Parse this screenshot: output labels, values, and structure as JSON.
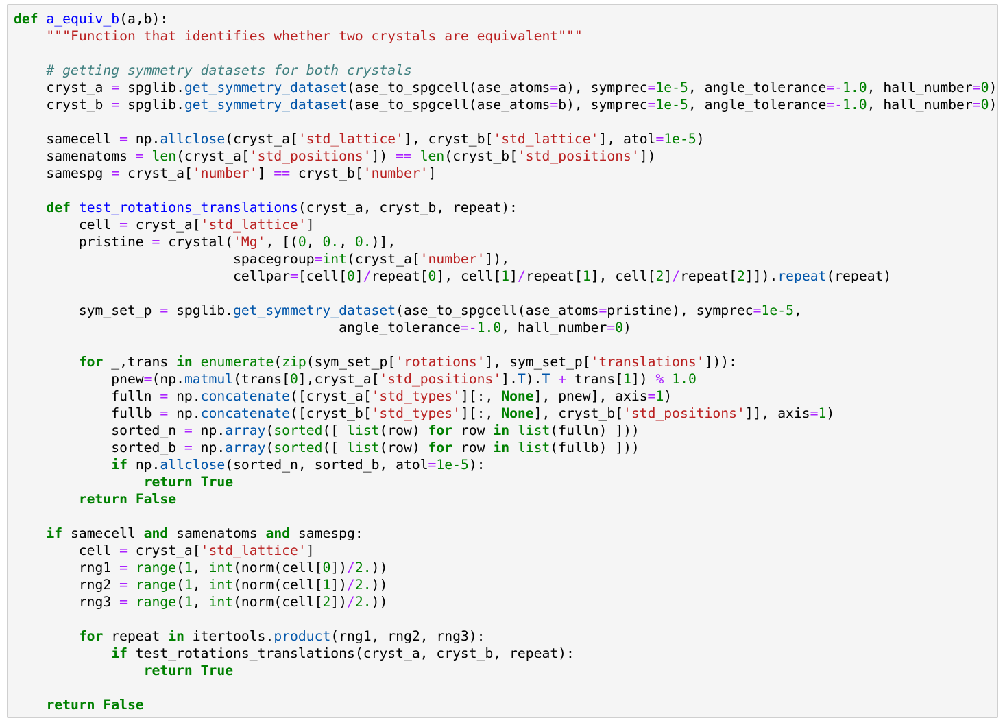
{
  "notebook_cell": {
    "language": "python",
    "colors": {
      "keyword": "#008000",
      "function_name": "#0000ff",
      "string": "#ba2121",
      "comment": "#408080",
      "number": "#008000",
      "operator": "#aa22ff",
      "builtin": "#008000",
      "attribute": "#0055aa",
      "background": "#f5f5f5",
      "border": "#cfcfcf"
    },
    "lines": [
      [
        [
          "kw",
          "def"
        ],
        [
          "n",
          " "
        ],
        [
          "fn",
          "a_equiv_b"
        ],
        [
          "n",
          "(a,b):"
        ]
      ],
      [
        [
          "n",
          "    "
        ],
        [
          "str",
          "\"\"\"Function that identifies whether two crystals are equivalent\"\"\""
        ]
      ],
      [
        [
          "n",
          ""
        ]
      ],
      [
        [
          "n",
          "    "
        ],
        [
          "cm",
          "# getting symmetry datasets for both crystals"
        ]
      ],
      [
        [
          "n",
          "    cryst_a "
        ],
        [
          "op",
          "="
        ],
        [
          "n",
          " spglib."
        ],
        [
          "attr",
          "get_symmetry_dataset"
        ],
        [
          "n",
          "(ase_to_spgcell(ase_atoms"
        ],
        [
          "op",
          "="
        ],
        [
          "n",
          "a), symprec"
        ],
        [
          "op",
          "="
        ],
        [
          "num",
          "1e-5"
        ],
        [
          "n",
          ", angle_tolerance"
        ],
        [
          "op",
          "=-"
        ],
        [
          "num",
          "1.0"
        ],
        [
          "n",
          ", hall_number"
        ],
        [
          "op",
          "="
        ],
        [
          "num",
          "0"
        ],
        [
          "n",
          ")"
        ]
      ],
      [
        [
          "n",
          "    cryst_b "
        ],
        [
          "op",
          "="
        ],
        [
          "n",
          " spglib."
        ],
        [
          "attr",
          "get_symmetry_dataset"
        ],
        [
          "n",
          "(ase_to_spgcell(ase_atoms"
        ],
        [
          "op",
          "="
        ],
        [
          "n",
          "b), symprec"
        ],
        [
          "op",
          "="
        ],
        [
          "num",
          "1e-5"
        ],
        [
          "n",
          ", angle_tolerance"
        ],
        [
          "op",
          "=-"
        ],
        [
          "num",
          "1.0"
        ],
        [
          "n",
          ", hall_number"
        ],
        [
          "op",
          "="
        ],
        [
          "num",
          "0"
        ],
        [
          "n",
          ")"
        ]
      ],
      [
        [
          "n",
          ""
        ]
      ],
      [
        [
          "n",
          "    samecell "
        ],
        [
          "op",
          "="
        ],
        [
          "n",
          " np."
        ],
        [
          "attr",
          "allclose"
        ],
        [
          "n",
          "(cryst_a["
        ],
        [
          "str",
          "'std_lattice'"
        ],
        [
          "n",
          "], cryst_b["
        ],
        [
          "str",
          "'std_lattice'"
        ],
        [
          "n",
          "], atol"
        ],
        [
          "op",
          "="
        ],
        [
          "num",
          "1e-5"
        ],
        [
          "n",
          ")"
        ]
      ],
      [
        [
          "n",
          "    samenatoms "
        ],
        [
          "op",
          "="
        ],
        [
          "n",
          " "
        ],
        [
          "bi",
          "len"
        ],
        [
          "n",
          "(cryst_a["
        ],
        [
          "str",
          "'std_positions'"
        ],
        [
          "n",
          "]) "
        ],
        [
          "op",
          "=="
        ],
        [
          "n",
          " "
        ],
        [
          "bi",
          "len"
        ],
        [
          "n",
          "(cryst_b["
        ],
        [
          "str",
          "'std_positions'"
        ],
        [
          "n",
          "])"
        ]
      ],
      [
        [
          "n",
          "    samespg "
        ],
        [
          "op",
          "="
        ],
        [
          "n",
          " cryst_a["
        ],
        [
          "str",
          "'number'"
        ],
        [
          "n",
          "] "
        ],
        [
          "op",
          "=="
        ],
        [
          "n",
          " cryst_b["
        ],
        [
          "str",
          "'number'"
        ],
        [
          "n",
          "]"
        ]
      ],
      [
        [
          "n",
          ""
        ]
      ],
      [
        [
          "n",
          "    "
        ],
        [
          "kw",
          "def"
        ],
        [
          "n",
          " "
        ],
        [
          "fn",
          "test_rotations_translations"
        ],
        [
          "n",
          "(cryst_a, cryst_b, repeat):"
        ]
      ],
      [
        [
          "n",
          "        cell "
        ],
        [
          "op",
          "="
        ],
        [
          "n",
          " cryst_a["
        ],
        [
          "str",
          "'std_lattice'"
        ],
        [
          "n",
          "]"
        ]
      ],
      [
        [
          "n",
          "        pristine "
        ],
        [
          "op",
          "="
        ],
        [
          "n",
          " crystal("
        ],
        [
          "str",
          "'Mg'"
        ],
        [
          "n",
          ", [("
        ],
        [
          "num",
          "0"
        ],
        [
          "n",
          ", "
        ],
        [
          "num",
          "0."
        ],
        [
          "n",
          ", "
        ],
        [
          "num",
          "0."
        ],
        [
          "n",
          ")],"
        ]
      ],
      [
        [
          "n",
          "                           spacegroup"
        ],
        [
          "op",
          "="
        ],
        [
          "bi",
          "int"
        ],
        [
          "n",
          "(cryst_a["
        ],
        [
          "str",
          "'number'"
        ],
        [
          "n",
          "]),"
        ]
      ],
      [
        [
          "n",
          "                           cellpar"
        ],
        [
          "op",
          "="
        ],
        [
          "n",
          "[cell["
        ],
        [
          "num",
          "0"
        ],
        [
          "n",
          "]"
        ],
        [
          "op",
          "/"
        ],
        [
          "n",
          "repeat["
        ],
        [
          "num",
          "0"
        ],
        [
          "n",
          "], cell["
        ],
        [
          "num",
          "1"
        ],
        [
          "n",
          "]"
        ],
        [
          "op",
          "/"
        ],
        [
          "n",
          "repeat["
        ],
        [
          "num",
          "1"
        ],
        [
          "n",
          "], cell["
        ],
        [
          "num",
          "2"
        ],
        [
          "n",
          "]"
        ],
        [
          "op",
          "/"
        ],
        [
          "n",
          "repeat["
        ],
        [
          "num",
          "2"
        ],
        [
          "n",
          "]])."
        ],
        [
          "attr",
          "repeat"
        ],
        [
          "n",
          "(repeat)"
        ]
      ],
      [
        [
          "n",
          ""
        ]
      ],
      [
        [
          "n",
          "        sym_set_p "
        ],
        [
          "op",
          "="
        ],
        [
          "n",
          " spglib."
        ],
        [
          "attr",
          "get_symmetry_dataset"
        ],
        [
          "n",
          "(ase_to_spgcell(ase_atoms"
        ],
        [
          "op",
          "="
        ],
        [
          "n",
          "pristine), symprec"
        ],
        [
          "op",
          "="
        ],
        [
          "num",
          "1e-5"
        ],
        [
          "n",
          ","
        ]
      ],
      [
        [
          "n",
          "                                        angle_tolerance"
        ],
        [
          "op",
          "=-"
        ],
        [
          "num",
          "1.0"
        ],
        [
          "n",
          ", hall_number"
        ],
        [
          "op",
          "="
        ],
        [
          "num",
          "0"
        ],
        [
          "n",
          ")"
        ]
      ],
      [
        [
          "n",
          ""
        ]
      ],
      [
        [
          "n",
          "        "
        ],
        [
          "kw",
          "for"
        ],
        [
          "n",
          " _,trans "
        ],
        [
          "kw",
          "in"
        ],
        [
          "n",
          " "
        ],
        [
          "bi",
          "enumerate"
        ],
        [
          "n",
          "("
        ],
        [
          "bi",
          "zip"
        ],
        [
          "n",
          "(sym_set_p["
        ],
        [
          "str",
          "'rotations'"
        ],
        [
          "n",
          "], sym_set_p["
        ],
        [
          "str",
          "'translations'"
        ],
        [
          "n",
          "])):"
        ]
      ],
      [
        [
          "n",
          "            pnew"
        ],
        [
          "op",
          "="
        ],
        [
          "n",
          "(np."
        ],
        [
          "attr",
          "matmul"
        ],
        [
          "n",
          "(trans["
        ],
        [
          "num",
          "0"
        ],
        [
          "n",
          "],cryst_a["
        ],
        [
          "str",
          "'std_positions'"
        ],
        [
          "n",
          "]."
        ],
        [
          "attr",
          "T"
        ],
        [
          "n",
          ")."
        ],
        [
          "attr",
          "T"
        ],
        [
          "n",
          " "
        ],
        [
          "op",
          "+"
        ],
        [
          "n",
          " trans["
        ],
        [
          "num",
          "1"
        ],
        [
          "n",
          "]) "
        ],
        [
          "op",
          "%"
        ],
        [
          "n",
          " "
        ],
        [
          "num",
          "1.0"
        ]
      ],
      [
        [
          "n",
          "            fulln "
        ],
        [
          "op",
          "="
        ],
        [
          "n",
          " np."
        ],
        [
          "attr",
          "concatenate"
        ],
        [
          "n",
          "([cryst_a["
        ],
        [
          "str",
          "'std_types'"
        ],
        [
          "n",
          "][:, "
        ],
        [
          "kw",
          "None"
        ],
        [
          "n",
          "], pnew], axis"
        ],
        [
          "op",
          "="
        ],
        [
          "num",
          "1"
        ],
        [
          "n",
          ")"
        ]
      ],
      [
        [
          "n",
          "            fullb "
        ],
        [
          "op",
          "="
        ],
        [
          "n",
          " np."
        ],
        [
          "attr",
          "concatenate"
        ],
        [
          "n",
          "([cryst_b["
        ],
        [
          "str",
          "'std_types'"
        ],
        [
          "n",
          "][:, "
        ],
        [
          "kw",
          "None"
        ],
        [
          "n",
          "], cryst_b["
        ],
        [
          "str",
          "'std_positions'"
        ],
        [
          "n",
          "]], axis"
        ],
        [
          "op",
          "="
        ],
        [
          "num",
          "1"
        ],
        [
          "n",
          ")"
        ]
      ],
      [
        [
          "n",
          "            sorted_n "
        ],
        [
          "op",
          "="
        ],
        [
          "n",
          " np."
        ],
        [
          "attr",
          "array"
        ],
        [
          "n",
          "("
        ],
        [
          "bi",
          "sorted"
        ],
        [
          "n",
          "([ "
        ],
        [
          "bi",
          "list"
        ],
        [
          "n",
          "(row) "
        ],
        [
          "kw",
          "for"
        ],
        [
          "n",
          " row "
        ],
        [
          "kw",
          "in"
        ],
        [
          "n",
          " "
        ],
        [
          "bi",
          "list"
        ],
        [
          "n",
          "(fulln) ]))"
        ]
      ],
      [
        [
          "n",
          "            sorted_b "
        ],
        [
          "op",
          "="
        ],
        [
          "n",
          " np."
        ],
        [
          "attr",
          "array"
        ],
        [
          "n",
          "("
        ],
        [
          "bi",
          "sorted"
        ],
        [
          "n",
          "([ "
        ],
        [
          "bi",
          "list"
        ],
        [
          "n",
          "(row) "
        ],
        [
          "kw",
          "for"
        ],
        [
          "n",
          " row "
        ],
        [
          "kw",
          "in"
        ],
        [
          "n",
          " "
        ],
        [
          "bi",
          "list"
        ],
        [
          "n",
          "(fullb) ]))"
        ]
      ],
      [
        [
          "n",
          "            "
        ],
        [
          "kw",
          "if"
        ],
        [
          "n",
          " np."
        ],
        [
          "attr",
          "allclose"
        ],
        [
          "n",
          "(sorted_n, sorted_b, atol"
        ],
        [
          "op",
          "="
        ],
        [
          "num",
          "1e-5"
        ],
        [
          "n",
          "):"
        ]
      ],
      [
        [
          "n",
          "                "
        ],
        [
          "kw",
          "return"
        ],
        [
          "n",
          " "
        ],
        [
          "kw",
          "True"
        ]
      ],
      [
        [
          "n",
          "        "
        ],
        [
          "kw",
          "return"
        ],
        [
          "n",
          " "
        ],
        [
          "kw",
          "False"
        ]
      ],
      [
        [
          "n",
          ""
        ]
      ],
      [
        [
          "n",
          "    "
        ],
        [
          "kw",
          "if"
        ],
        [
          "n",
          " samecell "
        ],
        [
          "kw",
          "and"
        ],
        [
          "n",
          " samenatoms "
        ],
        [
          "kw",
          "and"
        ],
        [
          "n",
          " samespg:"
        ]
      ],
      [
        [
          "n",
          "        cell "
        ],
        [
          "op",
          "="
        ],
        [
          "n",
          " cryst_a["
        ],
        [
          "str",
          "'std_lattice'"
        ],
        [
          "n",
          "]"
        ]
      ],
      [
        [
          "n",
          "        rng1 "
        ],
        [
          "op",
          "="
        ],
        [
          "n",
          " "
        ],
        [
          "bi",
          "range"
        ],
        [
          "n",
          "("
        ],
        [
          "num",
          "1"
        ],
        [
          "n",
          ", "
        ],
        [
          "bi",
          "int"
        ],
        [
          "n",
          "(norm(cell["
        ],
        [
          "num",
          "0"
        ],
        [
          "n",
          "])"
        ],
        [
          "op",
          "/"
        ],
        [
          "num",
          "2."
        ],
        [
          "n",
          "))"
        ]
      ],
      [
        [
          "n",
          "        rng2 "
        ],
        [
          "op",
          "="
        ],
        [
          "n",
          " "
        ],
        [
          "bi",
          "range"
        ],
        [
          "n",
          "("
        ],
        [
          "num",
          "1"
        ],
        [
          "n",
          ", "
        ],
        [
          "bi",
          "int"
        ],
        [
          "n",
          "(norm(cell["
        ],
        [
          "num",
          "1"
        ],
        [
          "n",
          "])"
        ],
        [
          "op",
          "/"
        ],
        [
          "num",
          "2."
        ],
        [
          "n",
          "))"
        ]
      ],
      [
        [
          "n",
          "        rng3 "
        ],
        [
          "op",
          "="
        ],
        [
          "n",
          " "
        ],
        [
          "bi",
          "range"
        ],
        [
          "n",
          "("
        ],
        [
          "num",
          "1"
        ],
        [
          "n",
          ", "
        ],
        [
          "bi",
          "int"
        ],
        [
          "n",
          "(norm(cell["
        ],
        [
          "num",
          "2"
        ],
        [
          "n",
          "])"
        ],
        [
          "op",
          "/"
        ],
        [
          "num",
          "2."
        ],
        [
          "n",
          "))"
        ]
      ],
      [
        [
          "n",
          ""
        ]
      ],
      [
        [
          "n",
          "        "
        ],
        [
          "kw",
          "for"
        ],
        [
          "n",
          " repeat "
        ],
        [
          "kw",
          "in"
        ],
        [
          "n",
          " itertools."
        ],
        [
          "attr",
          "product"
        ],
        [
          "n",
          "(rng1, rng2, rng3):"
        ]
      ],
      [
        [
          "n",
          "            "
        ],
        [
          "kw",
          "if"
        ],
        [
          "n",
          " test_rotations_translations(cryst_a, cryst_b, repeat):"
        ]
      ],
      [
        [
          "n",
          "                "
        ],
        [
          "kw",
          "return"
        ],
        [
          "n",
          " "
        ],
        [
          "kw",
          "True"
        ]
      ],
      [
        [
          "n",
          ""
        ]
      ],
      [
        [
          "n",
          "    "
        ],
        [
          "kw",
          "return"
        ],
        [
          "n",
          " "
        ],
        [
          "kw",
          "False"
        ]
      ]
    ]
  }
}
